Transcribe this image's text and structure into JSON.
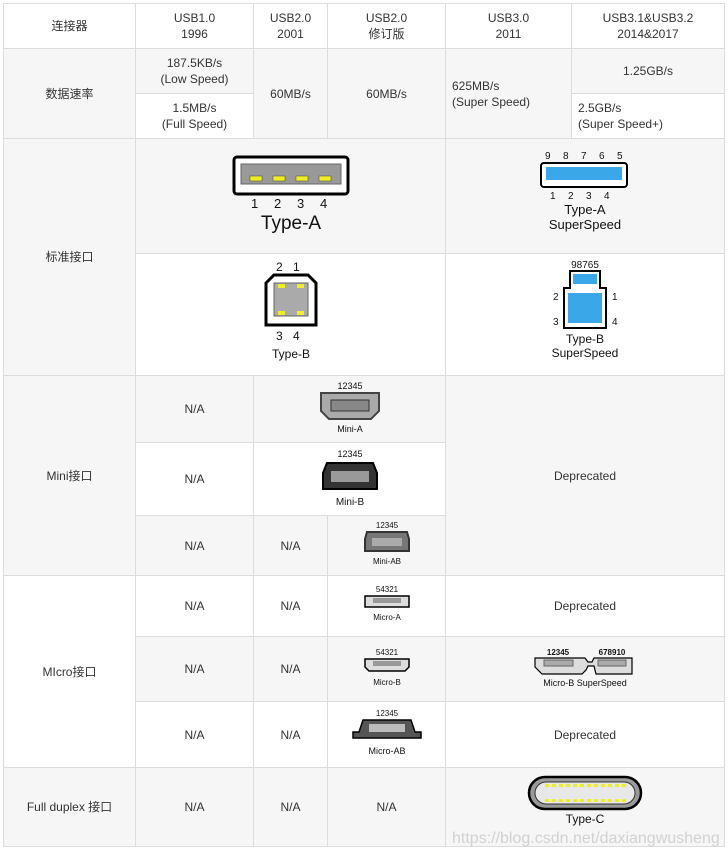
{
  "header": {
    "label": "连接器",
    "cols": [
      [
        "USB1.0",
        "1996"
      ],
      [
        "USB2.0",
        "2001"
      ],
      [
        "USB2.0",
        "修订版"
      ],
      [
        "USB3.0",
        "2011"
      ],
      [
        "USB3.1&USB3.2",
        "2014&2017"
      ]
    ]
  },
  "rate": {
    "label": "数据速率",
    "usb1_low": [
      "187.5KB/s",
      "(Low Speed)"
    ],
    "usb1_full": [
      "1.5MB/s",
      "(Full Speed)"
    ],
    "usb2": "60MB/s",
    "usb2r": "60MB/s",
    "usb3": [
      "625MB/s",
      "(Super Speed)"
    ],
    "usb31_a": "1.25GB/s",
    "usb31_b": [
      "2.5GB/s",
      "(Super Speed+)"
    ]
  },
  "standard": {
    "label": "标准接口",
    "type_a": "Type-A",
    "type_a_pins": [
      "1",
      "2",
      "3",
      "4"
    ],
    "type_a_ss": [
      "Type-A",
      "SuperSpeed"
    ],
    "type_a_ss_top": [
      "9",
      "8",
      "7",
      "6",
      "5"
    ],
    "type_a_ss_bot": [
      "1",
      "2",
      "3",
      "4"
    ],
    "type_b": "Type-B",
    "type_b_ss": [
      "Type-B",
      "SuperSpeed"
    ],
    "type_b_ss_top": "98765"
  },
  "mini": {
    "label": "Mini接口",
    "na": "N/A",
    "mini_a": "Mini-A",
    "mini_b": "Mini-B",
    "mini_ab": "Mini-AB",
    "pins": "12345",
    "deprecated": "Deprecated"
  },
  "micro": {
    "label": "MIcro接口",
    "na": "N/A",
    "micro_a": "Micro-A",
    "micro_a_pins": "54321",
    "micro_b": "Micro-B",
    "micro_b_pins": "54321",
    "micro_ab": "Micro-AB",
    "micro_ab_pins": "12345",
    "micro_b_ss": "Micro-B SuperSpeed",
    "micro_b_ss_pins": [
      "12345",
      "678910"
    ],
    "deprecated": "Deprecated"
  },
  "full_duplex": {
    "label": "Full duplex 接口",
    "na": "N/A",
    "type_c": "Type-C"
  },
  "watermark": "https://blog.csdn.net/daxiangwusheng"
}
